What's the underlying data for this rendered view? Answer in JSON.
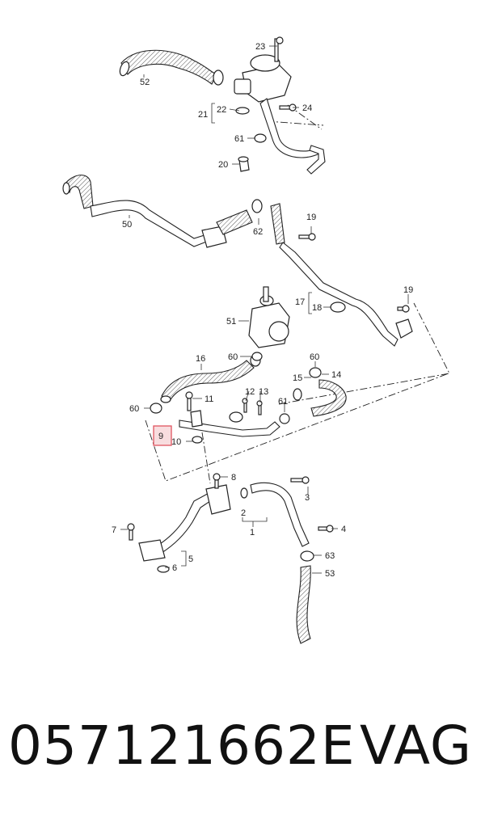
{
  "callouts": {
    "c1": "1",
    "c2": "2",
    "c3": "3",
    "c4": "4",
    "c5": "5",
    "c6": "6",
    "c7": "7",
    "c8": "8",
    "c9": "9",
    "c10": "10",
    "c11": "11",
    "c12": "12",
    "c13": "13",
    "c14": "14",
    "c15": "15",
    "c16": "16",
    "c17": "17",
    "c18": "18",
    "c19a": "19",
    "c19b": "19",
    "c20": "20",
    "c21": "21",
    "c22": "22",
    "c23": "23",
    "c24": "24",
    "c50": "50",
    "c51": "51",
    "c52": "52",
    "c53": "53",
    "c60a": "60",
    "c60b": "60",
    "c60c": "60",
    "c61a": "61",
    "c61b": "61",
    "c62": "62",
    "c63": "63"
  },
  "highlighted_callout": "9",
  "highlight_color": "#e05560",
  "footer": {
    "part_number": "057121662E",
    "brand": "VAG"
  }
}
